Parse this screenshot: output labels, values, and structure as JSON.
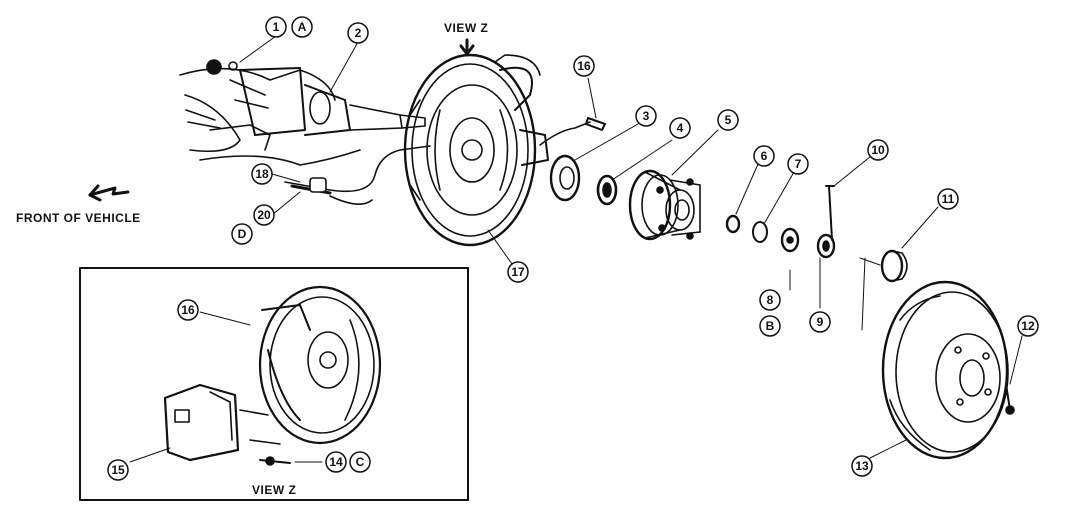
{
  "labels": {
    "view_z_top": "VIEW Z",
    "front_of_vehicle": "FRONT OF VEHICLE",
    "view_z_inset": "VIEW Z"
  },
  "callouts": {
    "c1": "1",
    "cA": "A",
    "c2": "2",
    "c3": "3",
    "c4": "4",
    "c5": "5",
    "c6": "6",
    "c7": "7",
    "c8": "8",
    "cB": "B",
    "c9": "9",
    "c10": "10",
    "c11": "11",
    "c12": "12",
    "c13": "13",
    "c14": "14",
    "cC": "C",
    "c15": "15",
    "c16top": "16",
    "c16inset": "16",
    "c17": "17",
    "c18": "18",
    "c20": "20",
    "cD": "D"
  },
  "colors": {
    "ink": "#111111",
    "paper": "#ffffff"
  }
}
